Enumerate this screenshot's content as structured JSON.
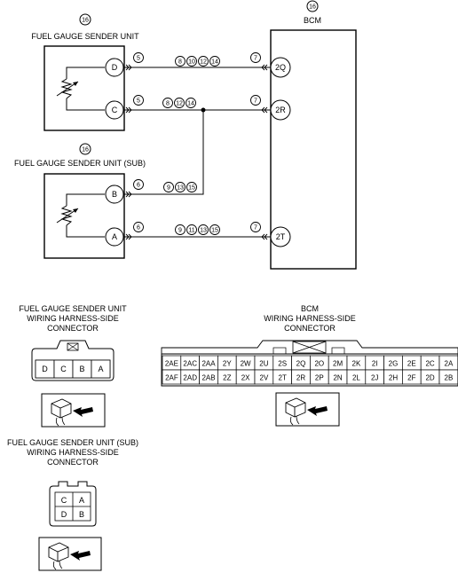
{
  "sender": {
    "ref": "16",
    "title": "FUEL GAUGE SENDER UNIT",
    "pins": {
      "d": "D",
      "c": "C"
    }
  },
  "sender_sub": {
    "ref": "16",
    "title": "FUEL GAUGE SENDER UNIT (SUB)",
    "pins": {
      "b": "B",
      "a": "A"
    }
  },
  "bcm": {
    "ref": "16",
    "title": "BCM",
    "pins": {
      "q2": "2Q",
      "r2": "2R",
      "t2": "2T"
    }
  },
  "wires": {
    "d": {
      "left": "5",
      "mid": [
        "8",
        "10",
        "12",
        "14"
      ],
      "right": "7"
    },
    "c": {
      "left": "5",
      "mid": [
        "8",
        "12",
        "14"
      ],
      "right": "7"
    },
    "b": {
      "left": "6",
      "mid": [
        "9",
        "13",
        "15"
      ]
    },
    "a": {
      "left": "6",
      "mid": [
        "9",
        "11",
        "13",
        "15"
      ],
      "right": "7"
    }
  },
  "connectors": {
    "sender": {
      "title1": "FUEL GAUGE SENDER UNIT",
      "title2": "WIRING HARNESS-SIDE",
      "title3": "CONNECTOR",
      "cavities": [
        "D",
        "C",
        "B",
        "A"
      ]
    },
    "bcm": {
      "title1": "BCM",
      "title2": "WIRING HARNESS-SIDE",
      "title3": "CONNECTOR",
      "row1": [
        "2AE",
        "2AC",
        "2AA",
        "2Y",
        "2W",
        "2U",
        "2S",
        "2Q",
        "2O",
        "2M",
        "2K",
        "2I",
        "2G",
        "2E",
        "2C",
        "2A"
      ],
      "row2": [
        "2AF",
        "2AD",
        "2AB",
        "2Z",
        "2X",
        "2V",
        "2T",
        "2R",
        "2P",
        "2N",
        "2L",
        "2J",
        "2H",
        "2F",
        "2D",
        "2B"
      ]
    },
    "sub": {
      "title1": "FUEL GAUGE SENDER UNIT (SUB)",
      "title2": "WIRING HARNESS-SIDE",
      "title3": "CONNECTOR",
      "top": [
        "C",
        "A"
      ],
      "bottom": [
        "D",
        "B"
      ]
    }
  }
}
